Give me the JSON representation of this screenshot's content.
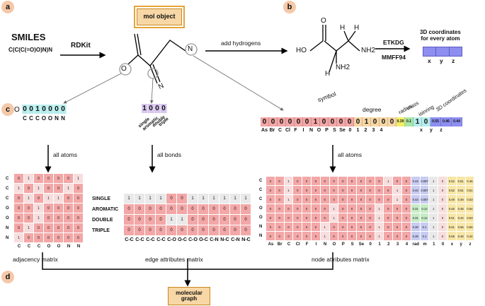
{
  "panel_labels": [
    "a",
    "b",
    "c",
    "d"
  ],
  "smiles": {
    "title": "SMILES",
    "formula": "C(C(C(=O)O)N)N"
  },
  "rdkit": "RDKit",
  "mol_object": "mol object",
  "add_hydrogens": "add hydrogens",
  "etkdg": "ETKDG",
  "mmff": "MMFF94",
  "coords_title": "3D coordinates\nfor every atom",
  "xyz": [
    "x",
    "y",
    "z"
  ],
  "mol_atoms": {
    "O": "O",
    "N": "N",
    "N2": "N"
  },
  "mol_h": {
    "ho": "HO",
    "h1": "H",
    "h2": "H",
    "h3": "H",
    "nh2a": "NH2",
    "nh2b": "NH2",
    "o": "O"
  },
  "adj_vector": {
    "prefix": "O",
    "digits": [
      "0",
      "0",
      "1",
      "0",
      "0",
      "0",
      "0"
    ],
    "labels": [
      "C",
      "C",
      "C",
      "O",
      "O",
      "N",
      "N"
    ]
  },
  "edge_vector": {
    "digits": [
      "1",
      "0",
      "0",
      "0"
    ],
    "labels": [
      "single",
      "aromatic",
      "double",
      "triple"
    ]
  },
  "node_vector": {
    "symbol_label": "symbol",
    "degree_label": "degree",
    "radius_label": "radius",
    "mass_label": "mass",
    "isinring_label": "isinring",
    "coords_label": "3D coordinates",
    "digits": [
      "0",
      "0",
      "0",
      "0",
      "0",
      "0",
      "1",
      "0",
      "0",
      "0",
      "0",
      "0",
      "1",
      "0",
      "0",
      "0",
      "0.39",
      "0.1",
      "1",
      "0",
      "0.55",
      "0.46",
      "0.44"
    ],
    "labels": [
      "As",
      "Br",
      "C",
      "Cl",
      "F",
      "I",
      "N",
      "O",
      "P",
      "S",
      "Se",
      "0",
      "1",
      "2",
      "3",
      "4",
      "",
      "",
      "",
      "",
      "x",
      "y",
      "z"
    ]
  },
  "all_atoms": "all atoms",
  "all_bonds": "all bonds",
  "adjacency_matrix": {
    "title": "adjacency matrix",
    "rows": [
      "C",
      "C",
      "C",
      "O",
      "O",
      "N",
      "N"
    ],
    "cols": [
      "C",
      "C",
      "C",
      "O",
      "O",
      "N",
      "N"
    ],
    "values": [
      [
        "0",
        "1",
        "0",
        "0",
        "0",
        "0",
        "1"
      ],
      [
        "1",
        "0",
        "1",
        "0",
        "0",
        "1",
        "0"
      ],
      [
        "0",
        "1",
        "0",
        "1",
        "1",
        "0",
        "0"
      ],
      [
        "0",
        "0",
        "1",
        "0",
        "0",
        "0",
        "0"
      ],
      [
        "0",
        "0",
        "1",
        "0",
        "0",
        "0",
        "0"
      ],
      [
        "0",
        "1",
        "0",
        "0",
        "0",
        "0",
        "0"
      ],
      [
        "1",
        "0",
        "0",
        "0",
        "0",
        "0",
        "0"
      ]
    ]
  },
  "edge_matrix": {
    "title": "edge attributes matrix",
    "rows": [
      "SINGLE",
      "AROMATIC",
      "DOUBLE",
      "TRIPLE"
    ],
    "cols": [
      "C-C",
      "C-C",
      "C-C",
      "C-C",
      "C-O",
      "O-C",
      "C-O",
      "O-C",
      "C-N",
      "N-C",
      "C-N",
      "N-C"
    ],
    "values": [
      [
        "1",
        "1",
        "1",
        "1",
        "0",
        "0",
        "1",
        "1",
        "1",
        "1",
        "1",
        "1"
      ],
      [
        "0",
        "0",
        "0",
        "0",
        "0",
        "0",
        "0",
        "0",
        "0",
        "0",
        "0",
        "0"
      ],
      [
        "0",
        "0",
        "0",
        "0",
        "1",
        "1",
        "0",
        "0",
        "0",
        "0",
        "0",
        "0"
      ],
      [
        "0",
        "0",
        "0",
        "0",
        "0",
        "0",
        "0",
        "0",
        "0",
        "0",
        "0",
        "0"
      ]
    ]
  },
  "node_matrix": {
    "title": "node attributes matrix",
    "rows": [
      "C",
      "C",
      "C",
      "O",
      "O",
      "N",
      "N"
    ],
    "cols": [
      "As",
      "Br",
      "C",
      "Cl",
      "F",
      "I",
      "N",
      "O",
      "P",
      "S",
      "Se",
      "0",
      "1",
      "2",
      "3",
      "4",
      "rad",
      "m",
      "1",
      "0",
      "x",
      "y",
      "z"
    ],
    "values": [
      [
        "0",
        "0",
        "1",
        "0",
        "0",
        "0",
        "0",
        "0",
        "0",
        "0",
        "0",
        "0",
        "0",
        "1",
        "0",
        "0",
        "0.43",
        "0.087",
        "1",
        "0",
        "0.52",
        "0.51",
        "0.46"
      ],
      [
        "0",
        "0",
        "1",
        "0",
        "0",
        "0",
        "0",
        "0",
        "0",
        "0",
        "0",
        "0",
        "0",
        "0",
        "1",
        "0",
        "0.43",
        "0.087",
        "1",
        "0",
        "0.52",
        "0.51",
        "0.51"
      ],
      [
        "0",
        "0",
        "1",
        "0",
        "0",
        "0",
        "0",
        "0",
        "0",
        "0",
        "0",
        "0",
        "0",
        "0",
        "1",
        "0",
        "0.43",
        "0.087",
        "1",
        "0",
        "0.49",
        "0.49",
        "0.53"
      ],
      [
        "0",
        "0",
        "0",
        "0",
        "0",
        "0",
        "0",
        "1",
        "0",
        "0",
        "0",
        "0",
        "1",
        "0",
        "0",
        "0",
        "0.31",
        "0.12",
        "1",
        "0",
        "0.46",
        "0.48",
        "0.54"
      ],
      [
        "0",
        "0",
        "0",
        "0",
        "0",
        "0",
        "0",
        "1",
        "0",
        "0",
        "0",
        "0",
        "1",
        "0",
        "0",
        "0",
        "0.31",
        "0.12",
        "1",
        "0",
        "0.51",
        "0.44",
        "0.53"
      ],
      [
        "0",
        "0",
        "0",
        "0",
        "0",
        "0",
        "1",
        "0",
        "0",
        "0",
        "0",
        "0",
        "1",
        "0",
        "0",
        "0",
        "0.39",
        "0.1",
        "1",
        "0",
        "0.51",
        "0.56",
        "0.55"
      ],
      [
        "0",
        "0",
        "0",
        "0",
        "0",
        "0",
        "1",
        "0",
        "0",
        "0",
        "0",
        "0",
        "1",
        "0",
        "0",
        "0",
        "0.39",
        "0.1",
        "1",
        "0",
        "0.55",
        "0.48",
        "0.44"
      ]
    ]
  },
  "molecular_graph": "molecular\ngraph",
  "colors": {
    "badge": "#f4c8a8",
    "box": "#f7d7a6",
    "pink": "#f3a7a7",
    "teal": "#b6ecec",
    "lavender": "#d8c6ee",
    "blue": "#8d8ef0",
    "green": "#a8e6a8",
    "yellow": "#f2ee6b"
  }
}
